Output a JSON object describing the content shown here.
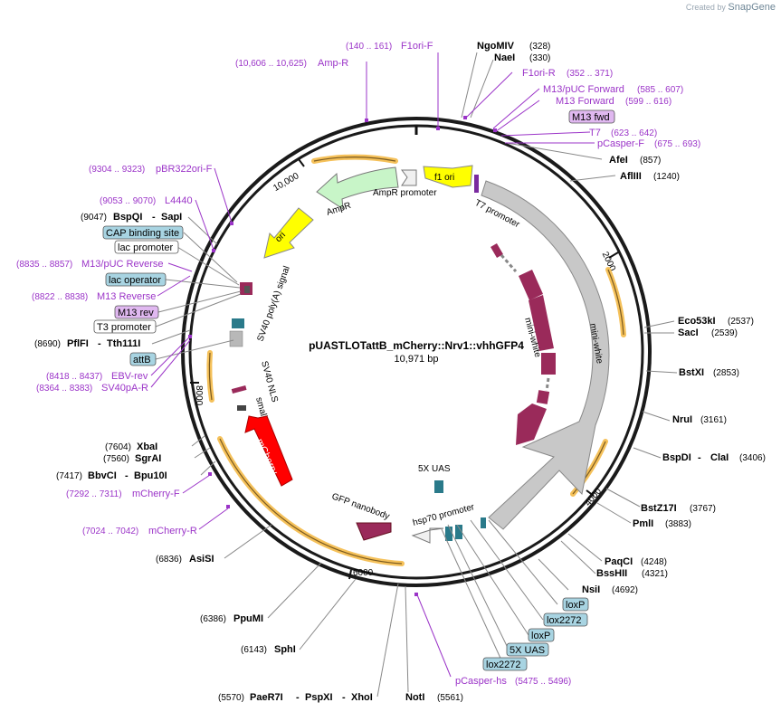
{
  "credit": {
    "prefix": "Created by",
    "brand": "SnapGene"
  },
  "plasmid": {
    "name": "pUASTLOTattB_mCherry::Nrv1::vhhGFP4",
    "size": "10,971 bp"
  },
  "ticks": [
    "2000",
    "4000",
    "6000",
    "8000",
    "10,000"
  ],
  "sites_right": [
    {
      "name": "NgoMIV",
      "pos": "(328)"
    },
    {
      "name": "NaeI",
      "pos": "(330)"
    },
    {
      "name": "AfeI",
      "pos": "(857)"
    },
    {
      "name": "AflIII",
      "pos": "(1240)"
    },
    {
      "name": "Eco53kI",
      "pos": "(2537)"
    },
    {
      "name": "SacI",
      "pos": "(2539)"
    },
    {
      "name": "BstXI",
      "pos": "(2853)"
    },
    {
      "name": "NruI",
      "pos": "(3161)"
    },
    {
      "name": "BspDI",
      "sep": "-",
      "name2": "ClaI",
      "pos": "(3406)"
    },
    {
      "name": "BstZ17I",
      "pos": "(3767)"
    },
    {
      "name": "PmlI",
      "pos": "(3883)"
    },
    {
      "name": "PaqCI",
      "pos": "(4248)"
    },
    {
      "name": "BssHII",
      "pos": "(4321)"
    },
    {
      "name": "NsiI",
      "pos": "(4692)"
    }
  ],
  "sites_bottom": [
    {
      "name": "NotI",
      "pos": "(5561)"
    },
    {
      "name": "PaeR7I",
      "sep": "-",
      "name2": "PspXI",
      "sep2": "-",
      "name3": "XhoI",
      "pos": "(5570)"
    },
    {
      "name": "SphI",
      "pos": "(6143)"
    },
    {
      "name": "PpuMI",
      "pos": "(6386)"
    },
    {
      "name": "AsiSI",
      "pos": "(6836)"
    }
  ],
  "sites_left": [
    {
      "name": "BbvCI",
      "sep": "-",
      "name2": "Bpu10I",
      "pos": "(7417)"
    },
    {
      "name": "SgrAI",
      "pos": "(7560)"
    },
    {
      "name": "XbaI",
      "pos": "(7604)"
    },
    {
      "name": "PflFI",
      "sep": "-",
      "name2": "Tth111I",
      "pos": "(8690)"
    },
    {
      "name": "BspQI",
      "sep": "-",
      "name2": "SapI",
      "pos": "(9047)"
    }
  ],
  "primers": [
    {
      "name": "F1ori-F",
      "range": "(140 .. 161)"
    },
    {
      "name": "Amp-R",
      "range": "(10,606 .. 10,625)"
    },
    {
      "name": "F1ori-R",
      "range": "(352 .. 371)"
    },
    {
      "name": "M13/pUC Forward",
      "range": "(585 .. 607)"
    },
    {
      "name": "M13 Forward",
      "range": "(599 .. 616)"
    },
    {
      "name": "T7",
      "range": "(623 .. 642)"
    },
    {
      "name": "pCasper-F",
      "range": "(675 .. 693)"
    },
    {
      "name": "pBR322ori-F",
      "range": "(9304 .. 9323)"
    },
    {
      "name": "L4440",
      "range": "(9053 .. 9070)"
    },
    {
      "name": "M13/pUC Reverse",
      "range": "(8835 .. 8857)"
    },
    {
      "name": "M13 Reverse",
      "range": "(8822 .. 8838)"
    },
    {
      "name": "EBV-rev",
      "range": "(8418 .. 8437)"
    },
    {
      "name": "SV40pA-R",
      "range": "(8364 .. 8383)"
    },
    {
      "name": "mCherry-F",
      "range": "(7292 .. 7311)"
    },
    {
      "name": "mCherry-R",
      "range": "(7024 .. 7042)"
    },
    {
      "name": "pCasper-hs",
      "range": "(5475 .. 5496)"
    }
  ],
  "boxes": {
    "m13_fwd": "M13 fwd",
    "cap": "CAP binding site",
    "lac_promoter": "lac promoter",
    "lac_operator": "lac operator",
    "m13_rev": "M13 rev",
    "t3": "T3 promoter",
    "attb": "attB",
    "loxp1": "loxP",
    "lox2272_1": "lox2272",
    "loxp2": "loxP",
    "uas5x": "5X UAS",
    "lox2272_2": "lox2272"
  },
  "features": {
    "f1_ori": "f1 ori",
    "ampr": "AmpR",
    "ampr_promoter": "AmpR promoter",
    "ori": "ori",
    "sv40_polya": "SV40 poly(A) signal",
    "t7_promoter": "T7 promoter",
    "mini_white_outer": "mini-white",
    "mini_white_inner": "mini-white",
    "sv40_nls": "SV40 NLS",
    "small_t_intron": "small t intron",
    "mcherry": "mCherry",
    "uas5x": "5X UAS",
    "gfp_nanobody": "GFP nanobody",
    "hsp70_promoter": "hsp70 promoter"
  },
  "colors": {
    "backbone": "#1a1a1a",
    "primer": "#9b34c8",
    "feature_box": "#a8d4e2",
    "primer_box": "#e0b8f0",
    "mini_white": "#c8c8c8",
    "mcherry": "#ff0000",
    "gene": "#9a2a5a",
    "ori": "#ffff00",
    "ampr": "#c8f5c8",
    "orf": "#f5c15a"
  }
}
